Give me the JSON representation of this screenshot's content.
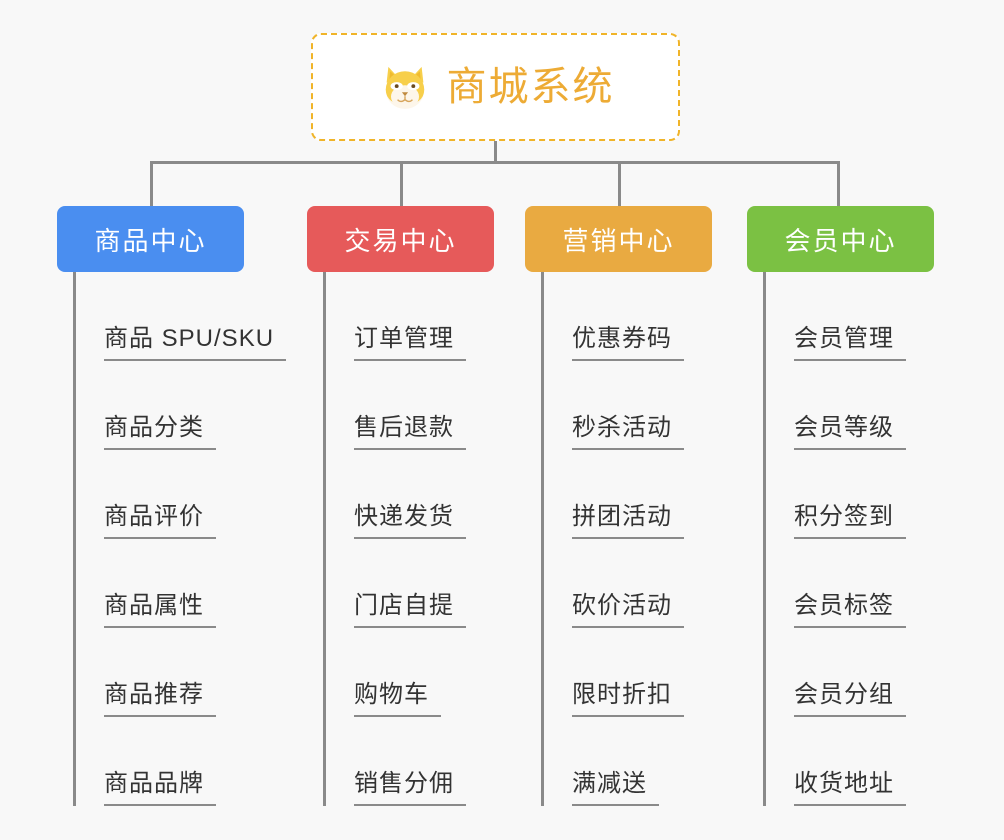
{
  "background_color": "#f8f8f8",
  "root": {
    "title": "商城系统",
    "icon": "shiba-dog-face-icon",
    "text_color": "#edab35",
    "border_color": "#f0b429",
    "background_color": "#ffffff"
  },
  "connector_color": "#8a8a8a",
  "columns": [
    {
      "title": "商品中心",
      "color": "#4a8ef0",
      "items": [
        "商品 SPU/SKU",
        "商品分类",
        "商品评价",
        "商品属性",
        "商品推荐",
        "商品品牌"
      ]
    },
    {
      "title": "交易中心",
      "color": "#e65a5a",
      "items": [
        "订单管理",
        "售后退款",
        "快递发货",
        "门店自提",
        "购物车",
        "销售分佣"
      ]
    },
    {
      "title": "营销中心",
      "color": "#e9aa41",
      "items": [
        "优惠券码",
        "秒杀活动",
        "拼团活动",
        "砍价活动",
        "限时折扣",
        "满减送"
      ]
    },
    {
      "title": "会员中心",
      "color": "#7bc143",
      "items": [
        "会员管理",
        "会员等级",
        "积分签到",
        "会员标签",
        "会员分组",
        "收货地址"
      ]
    }
  ]
}
